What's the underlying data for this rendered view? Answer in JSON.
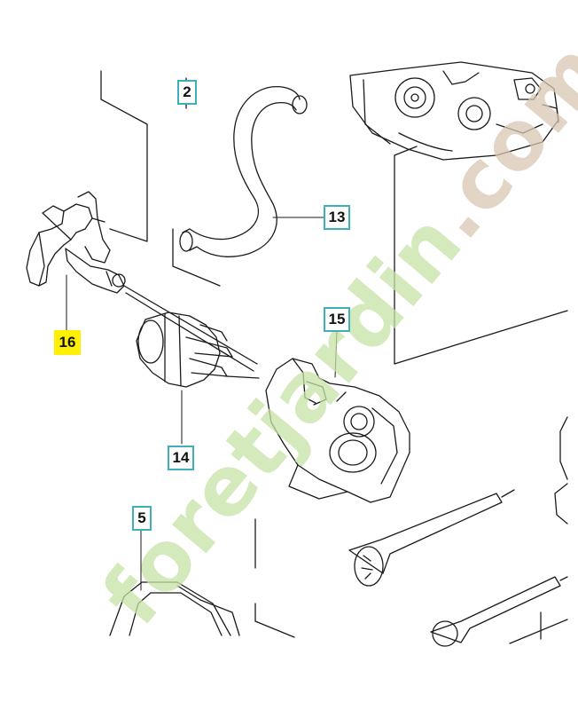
{
  "callouts": {
    "part_2": "2",
    "part_13": "13",
    "part_15": "15",
    "part_16": "16",
    "part_14": "14",
    "part_5": "5"
  },
  "highlighted_part": "16",
  "watermark": {
    "part_a": "foret",
    "part_b": "jardin",
    "part_c": ".com"
  },
  "colors": {
    "callout_border": "#3fb0b8",
    "highlight": "#ffef00",
    "watermark_green": "#c7e3a5",
    "watermark_tan": "#d8c7b3",
    "line": "#1a1a1a"
  }
}
